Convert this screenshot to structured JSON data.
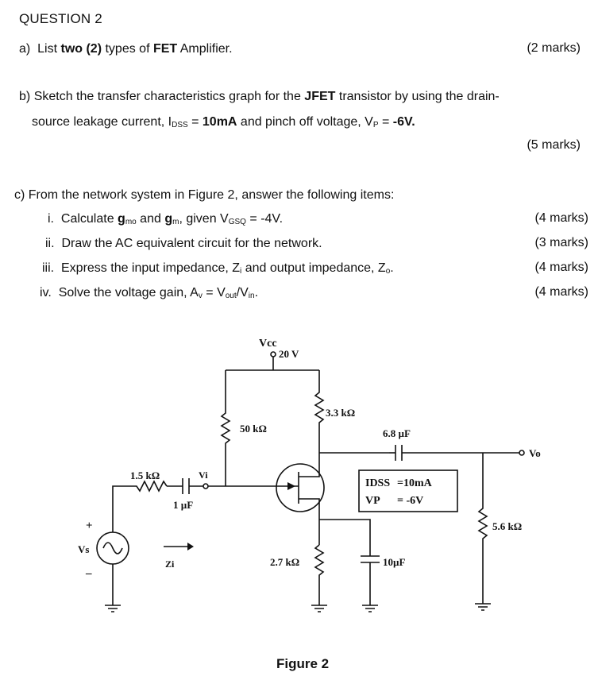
{
  "question": {
    "title": "QUESTION 2"
  },
  "part_a": {
    "label": "a)",
    "pre": "List ",
    "bold": "two (2)",
    "mid": " types  of ",
    "bold2": "FET",
    "post": " Amplifier.",
    "marks": "(2 marks)"
  },
  "part_b": {
    "label": "b)",
    "line1_pre": "Sketch  the  transfer  characteristics  graph  for  the  ",
    "line1_bold": "JFET",
    "line1_post": "  transistor  by  using  the  drain-",
    "line2_pre": "source leakage current, I",
    "line2_sub1": "DSS",
    "line2_eq1": " = ",
    "line2_bold1": "10mA",
    "line2_mid": " and pinch off voltage, V",
    "line2_sub2": "P",
    "line2_eq2": " = ",
    "line2_bold2": "-6V.",
    "marks": "(5 marks)"
  },
  "part_c": {
    "label": "c)",
    "intro": "From the network system in Figure 2, answer the following items:",
    "items": [
      {
        "num": "i.",
        "text_pre": "Calculate ",
        "g1": "g",
        "g1sub": "mo",
        "mid": " and ",
        "g2": "g",
        "g2sub": "m",
        "post": ", given V",
        "vsub": "GSQ",
        "val": " = -4V.",
        "marks": "(4 marks)"
      },
      {
        "num": "ii.",
        "text": "Draw the AC equivalent circuit for the network.",
        "marks": "(3 marks)"
      },
      {
        "num": "iii.",
        "text_pre": "Express the input impedance, Z",
        "zi_sub": "i",
        "mid": " and output impedance, Z",
        "zo_sub": "o",
        "post": ".",
        "marks": "(4 marks)"
      },
      {
        "num": "iv.",
        "text_pre": "Solve the voltage gain, A",
        "av_sub": "v",
        "mid": " = V",
        "vout_sub": "out",
        "slash": "/V",
        "vin_sub": "in",
        "post": ".",
        "marks": "(4 marks)"
      }
    ]
  },
  "figure": {
    "caption": "Figure 2",
    "labels": {
      "vcc": "Vcc",
      "vcc_value": "20 V",
      "r_drain": "3.3 kΩ",
      "r_gate": "50 kΩ",
      "r_source": "2.7 kΩ",
      "r_load": "5.6 kΩ",
      "r_series": "1.5 kΩ",
      "c_in": "1 µF",
      "c_out": "6.8 µF",
      "c_bypass": "10µF",
      "vi": "Vi",
      "vo": "Vo",
      "vs": "Vs",
      "zi": "Zi",
      "plus": "+",
      "minus": "–",
      "param1_name": "IDSS",
      "param1_value": "=10mA",
      "param2_name": "VP",
      "param2_value": "= -6V"
    }
  }
}
